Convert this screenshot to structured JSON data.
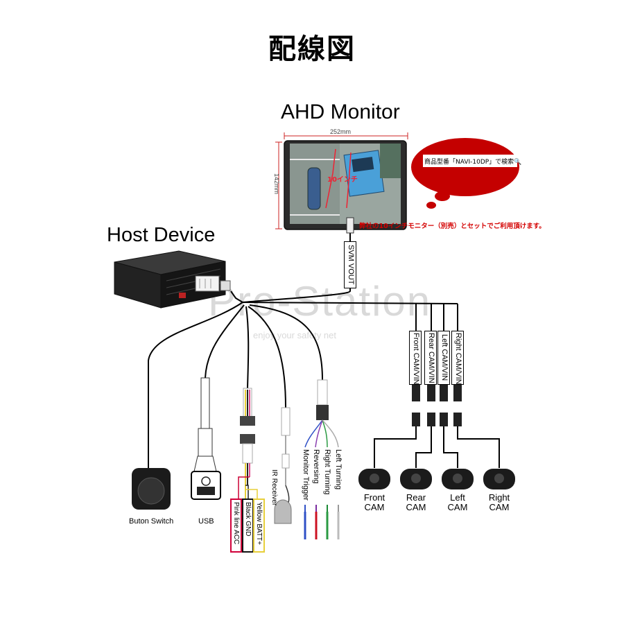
{
  "title": "配線図",
  "monitor": {
    "heading": "AHD Monitor",
    "width_dim": "252mm",
    "height_dim": "142mm",
    "screen_label": "10インチ",
    "bubble_text": "商品型番「NAVI-10DP」で検索🔍",
    "note": "弊社の10インチモニター（別売）とセットでご利用頂けます。",
    "output_label": "SVM VOUT"
  },
  "host": {
    "heading": "Host Device"
  },
  "watermark": {
    "main": "Pro-Station",
    "sub": "enjoy your safety net"
  },
  "left_connectors": {
    "button": "Buton Switch",
    "usb": "USB",
    "ir": "IR Receiver",
    "power": [
      "Yellow BATT+",
      "Black GND",
      "Pink line ACC"
    ],
    "signals": [
      "Left Turning",
      "Right Turning",
      "Reversing",
      "Monitor Trigger"
    ]
  },
  "camera_inputs": [
    "Front CAM/VIN",
    "Rear CAM/VIN",
    "Left CAM/VIN",
    "Right CAM/VIN"
  ],
  "cameras": [
    {
      "line1": "Front",
      "line2": "CAM"
    },
    {
      "line1": "Rear",
      "line2": "CAM"
    },
    {
      "line1": "Left",
      "line2": "CAM"
    },
    {
      "line1": "Right",
      "line2": "CAM"
    }
  ]
}
